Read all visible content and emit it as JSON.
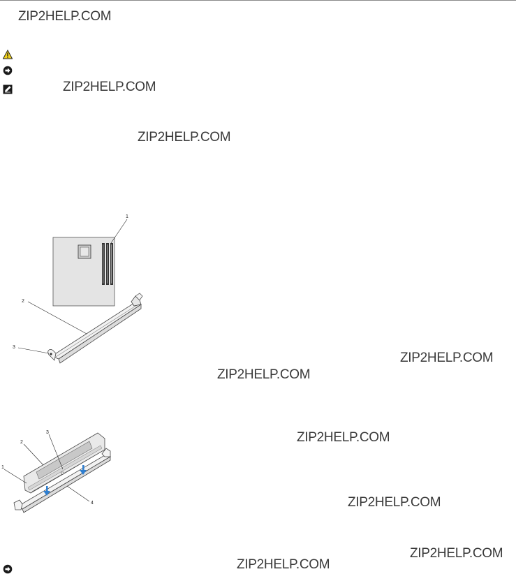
{
  "watermarks": [
    "ZIP2HELP.COM",
    "ZIP2HELP.COM",
    "ZIP2HELP.COM",
    "ZIP2HELP.COM",
    "ZIP2HELP.COM",
    "ZIP2HELP.COM",
    "ZIP2HELP.COM",
    "ZIP2HELP.COM",
    "ZIP2HELP.COM"
  ],
  "icons": {
    "caution": "warning-triangle-icon",
    "notice": "notice-arrow-icon",
    "note": "note-pencil-icon",
    "notice_bottom": "notice-arrow-icon"
  },
  "figure_connector": {
    "callouts": [
      "1",
      "2",
      "3"
    ]
  },
  "figure_module": {
    "callouts": [
      "1",
      "2",
      "3",
      "4"
    ]
  },
  "colors": {
    "arrow_blue": "#2f7fd0",
    "caution_yellow": "#f2d21b"
  }
}
